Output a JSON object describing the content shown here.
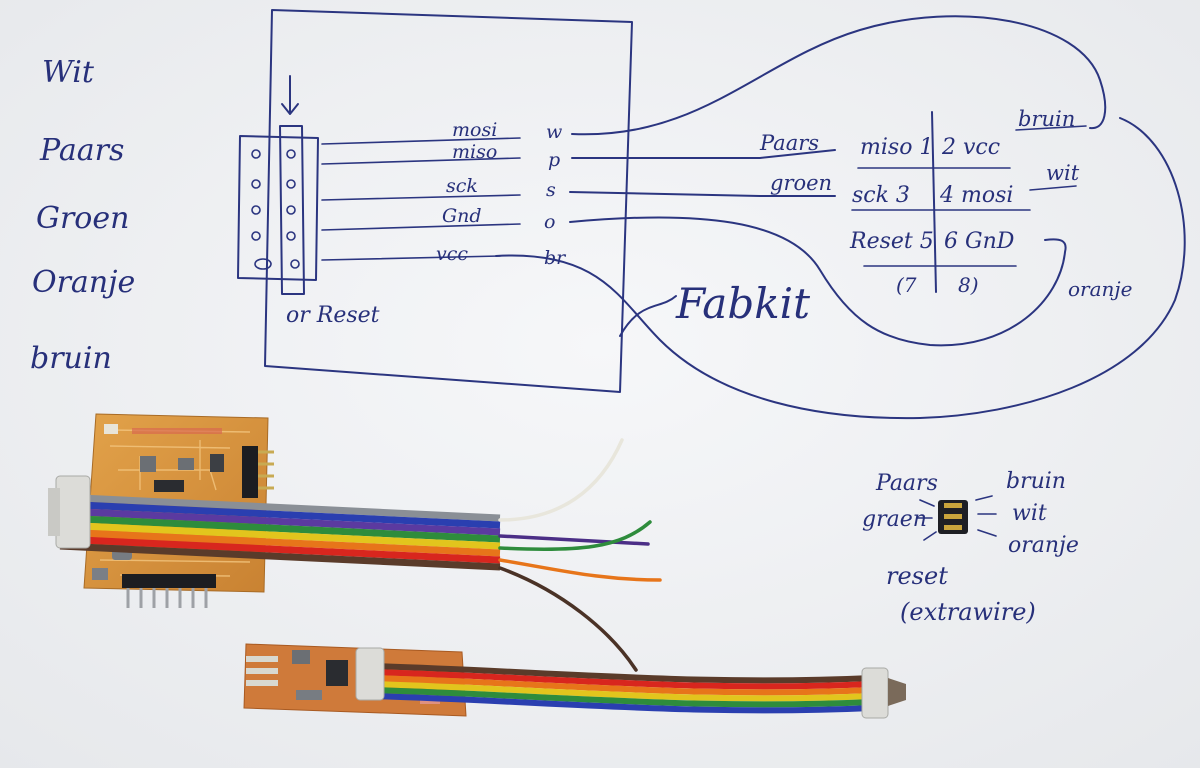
{
  "colour_legend": {
    "items": [
      "Wit",
      "Paars",
      "Groen",
      "Oranje",
      "bruin"
    ]
  },
  "left_diagram": {
    "signals": [
      "mosi",
      "miso",
      "sck",
      "Gnd",
      "vcc"
    ],
    "wire_codes": [
      "w",
      "p",
      "s",
      "o",
      "br"
    ],
    "reset_note": "or Reset"
  },
  "fabkit_label": "Fabkit",
  "isp_header": {
    "pins": [
      "miso 1",
      "2 vcc",
      "sck 3",
      "4 mosi",
      "Reset 5",
      "6 GnD",
      "(7",
      "8)"
    ],
    "wire_labels": [
      "Paars",
      "groen",
      "bruin",
      "wit",
      "oranje"
    ]
  },
  "connector_note": {
    "left_labels": [
      "Paars",
      "graen"
    ],
    "right_labels": [
      "bruin",
      "wit",
      "oranje"
    ],
    "reset_note": "reset",
    "extra_note": "(extrawire)"
  },
  "colors": {
    "ink": "#2b3580",
    "paper": "#f1f2f4",
    "pcb": "#d9963c",
    "ribbon": [
      "#8a8f96",
      "#2a3fb0",
      "#2e8c3c",
      "#e2c51d",
      "#e7751a",
      "#d8261e",
      "#5a3b2a"
    ]
  }
}
